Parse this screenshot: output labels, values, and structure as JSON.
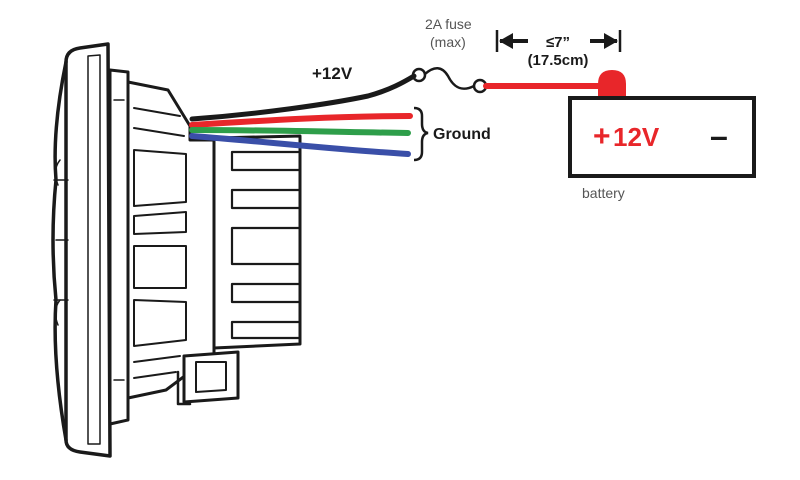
{
  "labels": {
    "power": "+12V",
    "fuse_line1": "2A fuse",
    "fuse_line2": "(max)",
    "ground": "Ground",
    "distance_line1": "≤7”",
    "distance_line2": "(17.5cm)",
    "battery_positive_sign": "+",
    "battery_positive_text": "12V",
    "battery_negative": "–",
    "battery": "battery"
  },
  "colors": {
    "wire_power": "#1a1a1a",
    "wire_red": "#e8262a",
    "wire_green": "#2e9e4a",
    "wire_blue": "#3a4fa8",
    "battery_lead": "#e8262a",
    "outline": "#1a1a1a",
    "label_gray": "#555555"
  }
}
